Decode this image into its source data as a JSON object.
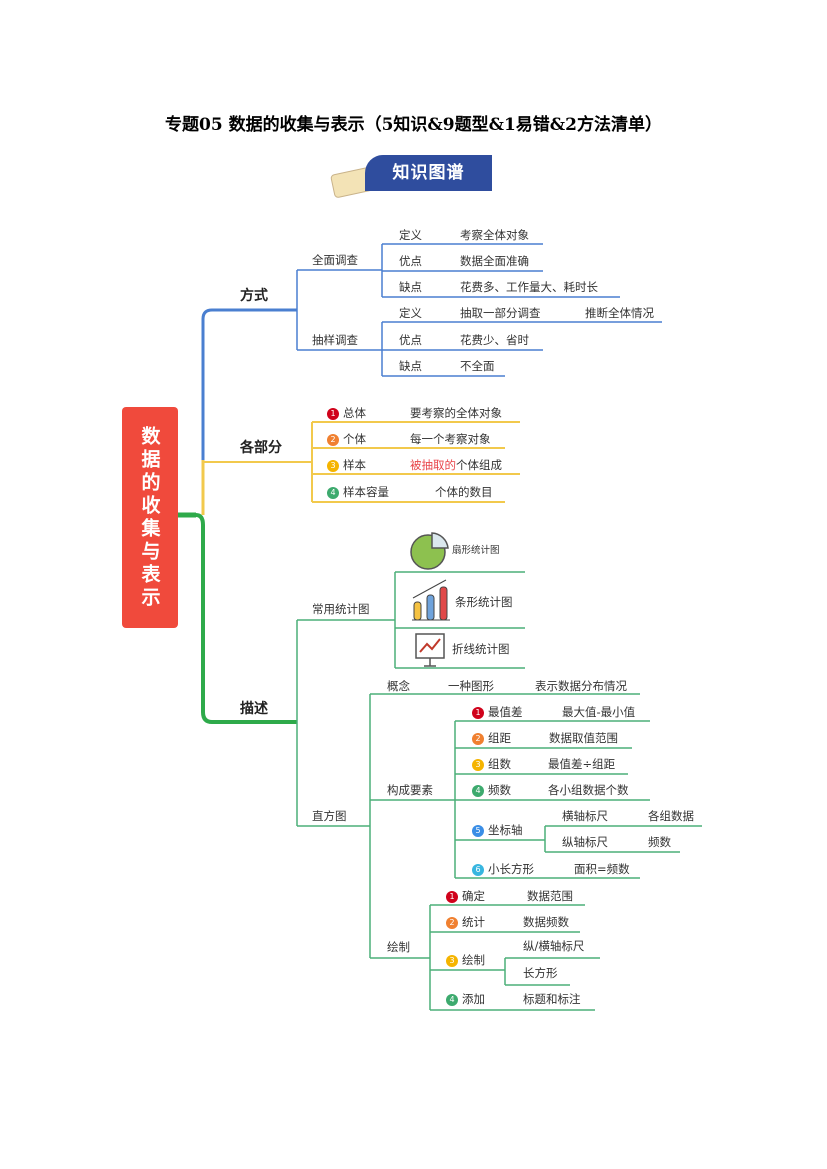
{
  "title": "专题05  数据的收集与表示（5知识&9题型&1易错&2方法清单）",
  "badge": "知识图谱",
  "root": "数据的收集与表示",
  "colors": {
    "root": "#f04a3c",
    "method": "#4a7fd0",
    "parts": "#f2c94c",
    "describe": "#4caf78",
    "n1": "#d0021b",
    "n2": "#f08030",
    "n3": "#f5b400",
    "n4": "#3daa6e",
    "n5": "#3a8ee6",
    "n6": "#38b6e0"
  },
  "method": {
    "label": "方式",
    "full": {
      "label": "全面调查",
      "items": [
        {
          "k": "定义",
          "v": "考察全体对象"
        },
        {
          "k": "优点",
          "v": "数据全面准确"
        },
        {
          "k": "缺点",
          "v": "花费多、工作量大、耗时长"
        }
      ]
    },
    "sample": {
      "label": "抽样调查",
      "items": [
        {
          "k": "定义",
          "v": "抽取一部分调查",
          "v2": "推断全体情况"
        },
        {
          "k": "优点",
          "v": "花费少、省时"
        },
        {
          "k": "缺点",
          "v": "不全面"
        }
      ]
    }
  },
  "parts": {
    "label": "各部分",
    "items": [
      {
        "n": "1",
        "k": "总体",
        "v": "要考察的全体对象"
      },
      {
        "n": "2",
        "k": "个体",
        "v": "每一个考察对象"
      },
      {
        "n": "3",
        "k": "样本",
        "v_red": "被抽取的",
        "v": "个体组成"
      },
      {
        "n": "4",
        "k": "样本容量",
        "v": "个体的数目"
      }
    ]
  },
  "describe": {
    "label": "描述",
    "common": {
      "label": "常用统计图",
      "items": [
        "扇形统计图",
        "条形统计图",
        "折线统计图"
      ]
    },
    "histogram": {
      "label": "直方图",
      "concept": {
        "k": "概念",
        "v": "一种图形",
        "v2": "表示数据分布情况"
      },
      "elements": {
        "label": "构成要素",
        "items": [
          {
            "n": "1",
            "k": "最值差",
            "v": "最大值-最小值"
          },
          {
            "n": "2",
            "k": "组距",
            "v": "数据取值范围"
          },
          {
            "n": "3",
            "k": "组数",
            "v": "最值差÷组距"
          },
          {
            "n": "4",
            "k": "频数",
            "v": "各小组数据个数"
          },
          {
            "n": "5",
            "k": "坐标轴",
            "sub": [
              {
                "k": "横轴标尺",
                "v": "各组数据"
              },
              {
                "k": "纵轴标尺",
                "v": "频数"
              }
            ]
          },
          {
            "n": "6",
            "k": "小长方形",
            "v": "面积=频数"
          }
        ]
      },
      "draw": {
        "label": "绘制",
        "items": [
          {
            "n": "1",
            "k": "确定",
            "v": "数据范围"
          },
          {
            "n": "2",
            "k": "统计",
            "v": "数据频数"
          },
          {
            "n": "3",
            "k": "绘制",
            "sub": [
              "纵/横轴标尺",
              "长方形"
            ]
          },
          {
            "n": "4",
            "k": "添加",
            "v": "标题和标注"
          }
        ]
      }
    }
  }
}
